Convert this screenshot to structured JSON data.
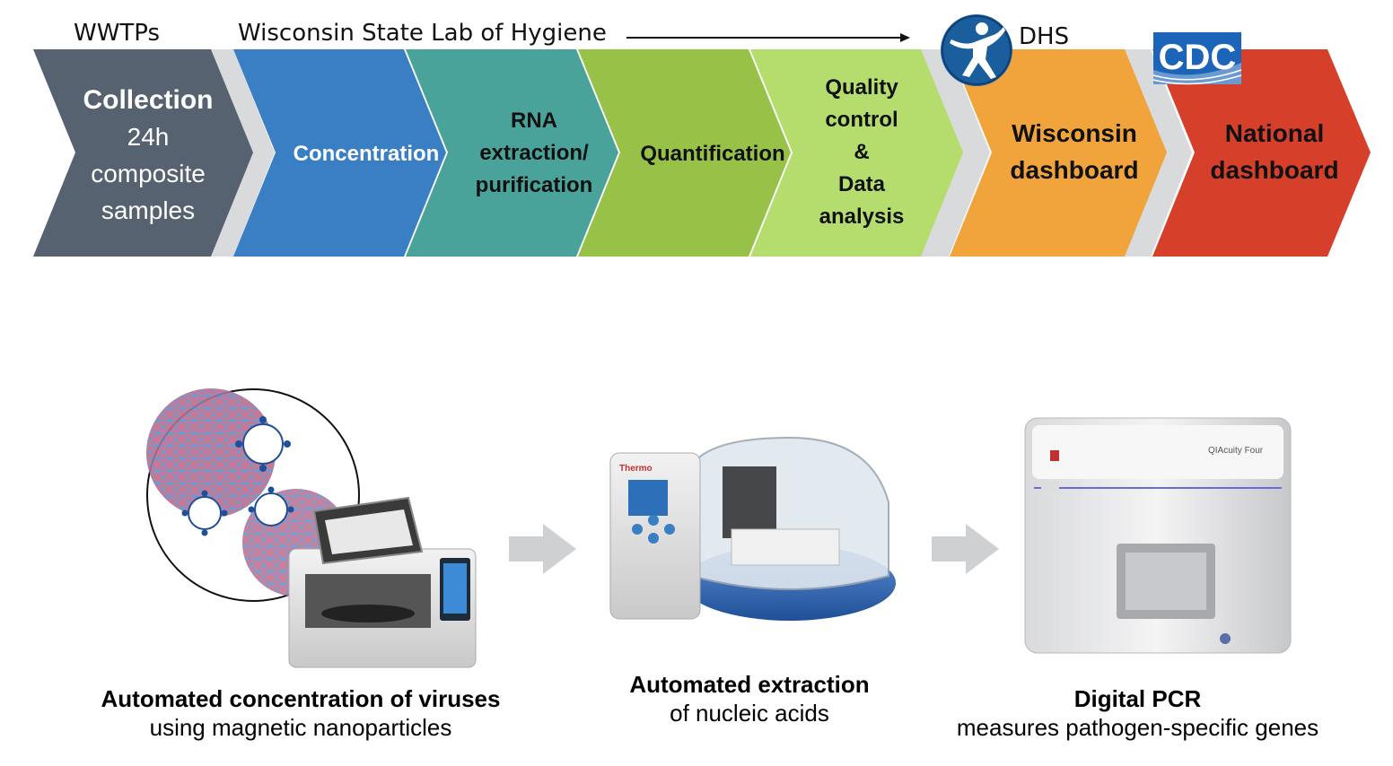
{
  "header": {
    "wwtps": "WWTPs",
    "lab": "Wisconsin State Lab of Hygiene",
    "dhs": "DHS",
    "cdc_logo": "CDC"
  },
  "stages": [
    {
      "id": "collection",
      "color": "#576271",
      "lines": [
        "Collection",
        "24h",
        "composite",
        "samples"
      ]
    },
    {
      "id": "concentration",
      "color": "#3a7fc4",
      "lines": [
        "Concentration"
      ]
    },
    {
      "id": "rna",
      "color": "#4aa39a",
      "lines": [
        "RNA",
        "extraction/",
        "purification"
      ]
    },
    {
      "id": "quantification",
      "color": "#98c148",
      "lines": [
        "Quantification"
      ]
    },
    {
      "id": "qc",
      "color": "#b5dd6e",
      "lines": [
        "Quality",
        "control",
        "&",
        "Data",
        "analysis"
      ]
    },
    {
      "id": "wisconsin",
      "color": "#f0a43b",
      "lines": [
        "Wisconsin",
        "dashboard"
      ]
    },
    {
      "id": "national",
      "color": "#d6402a",
      "lines": [
        "National",
        "dashboard"
      ]
    }
  ],
  "captions": {
    "concentration_bold": "Automated concentration of viruses",
    "concentration_sub": "using magnetic nanoparticles",
    "extraction_bold": "Automated extraction",
    "extraction_sub": "of nucleic acids",
    "pcr_bold": "Digital PCR",
    "pcr_sub": "measures pathogen-specific genes"
  },
  "instrument_labels": {
    "extractor_brand": "Thermo",
    "pcr_brand": "QIAcuity Four"
  },
  "icons": [
    "dhs-logo-icon",
    "cdc-logo-icon",
    "arrow-right-icon"
  ]
}
